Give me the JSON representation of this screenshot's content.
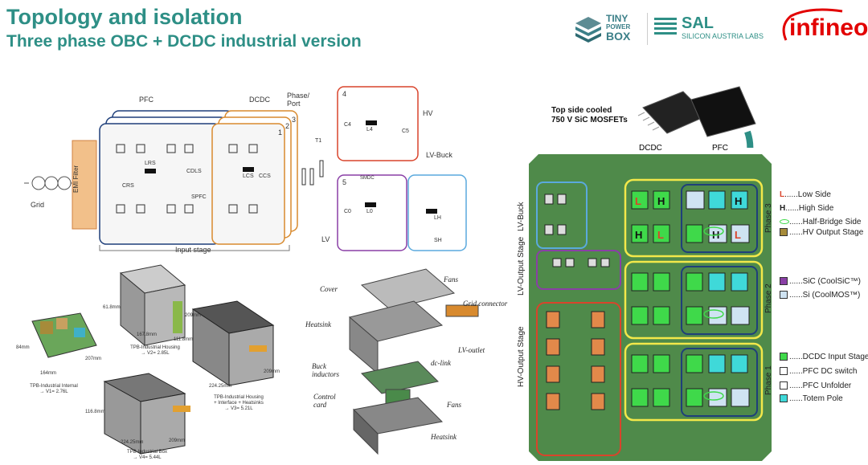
{
  "header": {
    "title": "Topology and isolation",
    "subtitle": "Three phase OBC + DCDC industrial version"
  },
  "logos": {
    "tpb_line1": "TINY",
    "tpb_line2": "POWER",
    "tpb_line3": "BOX",
    "sal_main": "SAL",
    "sal_sub": "SILICON AUSTRIA LABS",
    "infineon": "infineon"
  },
  "schematic": {
    "pfc": "PFC",
    "dcdc": "DCDC",
    "phase_port": "Phase/\nPort",
    "n1": "1",
    "n2": "2",
    "n3": "3",
    "n4": "4",
    "n5": "5",
    "hv": "HV",
    "lv_buck": "LV-Buck",
    "lv": "LV",
    "grid": "Grid",
    "emi": "EMI Filter",
    "input_stage": "Input stage",
    "t1": "T1",
    "c_ds": "CDLS",
    "l_cs": "LCS",
    "c_cs": "CCS",
    "s_pfc": "SPFC",
    "l_rs": "LRS",
    "c_rs": "CRS",
    "c4": "C4",
    "l4": "L4",
    "c5": "C5",
    "c0": "C0",
    "l0": "L0",
    "l_h": "LH",
    "s_h": "SH",
    "smdc": "SMDC"
  },
  "hardware": {
    "cap1": "TPB-Industrial Internal\n→ V1= 2.76L",
    "cap2": "TPB-Industrial Housing\n→ V2= 2.85L",
    "cap3": "TPB-Industrial Housing\n+ Interface + Heatsinks\n→ V3= 5.21L",
    "cap4": "TPB-Industrial Box\n→ V4= 5.44L",
    "d1": "164mm",
    "d2": "207mm",
    "d3": "84mm",
    "d4": "167.8mm",
    "d5": "61.8mm",
    "d6": "209mm",
    "d7": "224.25mm",
    "d8": "111.8mm",
    "d9": "209mm",
    "d10": "224.25mm",
    "d11": "116.8mm",
    "d12": "209mm"
  },
  "exploded": {
    "cover": "Cover",
    "fans_top": "Fans",
    "grid_connector": "Grid connector",
    "heatsink_top": "Heatsink",
    "lv_outlet": "LV-outlet",
    "buck_inductors": "Buck\ninductors",
    "dc_link": "dc-link",
    "control_card": "Control\ncard",
    "fans_bottom": "Fans",
    "heatsink_bottom": "Heatsink"
  },
  "board": {
    "mosfet_caption": "Top side cooled\n750 V SiC MOSFETs",
    "dcdc": "DCDC",
    "pfc": "PFC",
    "lv_buck": "LV-Buck",
    "lv_output": "LV-Output Stage",
    "hv_output": "HV-Output Stage",
    "phase3": "Phase 3",
    "phase2": "Phase 2",
    "phase1": "Phase 1"
  },
  "legend": {
    "low": {
      "letter": "L",
      "text": "......Low Side"
    },
    "high": {
      "letter": "H",
      "text": "......High Side"
    },
    "half": "......Half-Bridge Side",
    "hvout": "......HV Output Stage",
    "sic": "......SiC (CoolSiC™)",
    "si": "......Si (CoolMOS™)",
    "dcdc_in": "......DCDC Input Stage",
    "pfc_dc": "......PFC DC switch",
    "pfc_unf": "......PFC Unfolder",
    "totem": "......Totem Pole"
  },
  "colors": {
    "teal": "#2e8f86",
    "pcb": "#4f8a4a",
    "yellow": "#f2e84a",
    "navy": "#1f3f7a",
    "orange_pad": "#e2894a",
    "purple": "#8a3fa6",
    "light_blue": "#5aa9dd",
    "red": "#d9442b",
    "green_chip": "#3fd94a",
    "cyan_chip": "#3fd9d9"
  }
}
